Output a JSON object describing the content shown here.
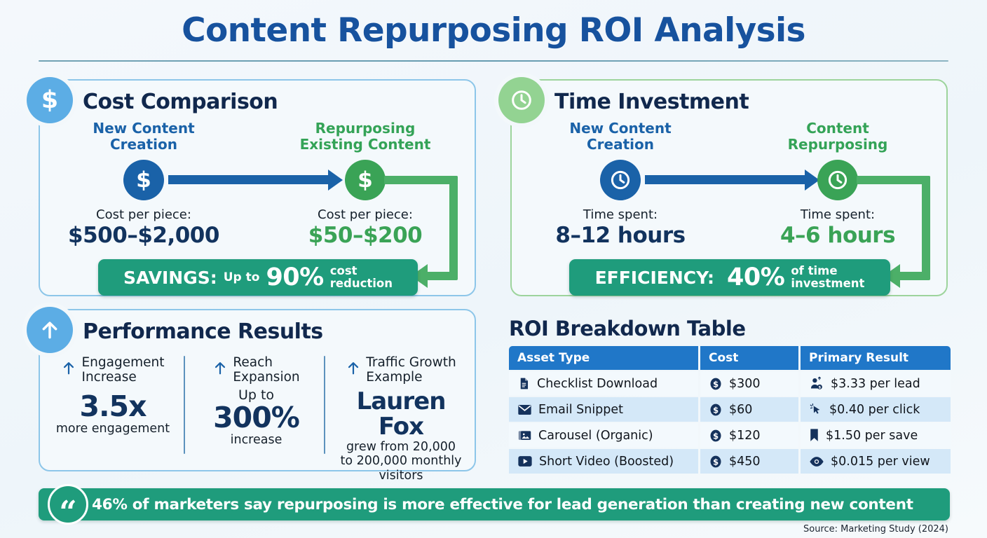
{
  "header": {
    "title": "Content Repurposing ROI Analysis"
  },
  "cost_panel": {
    "title": "Cost Comparison",
    "badge_icon": "dollar-icon",
    "left": {
      "heading": "New Content\nCreation",
      "heading_line1": "New Content",
      "heading_line2": "Creation",
      "icon": "dollar-icon",
      "label": "Cost per piece:",
      "value": "$500–$2,000"
    },
    "right": {
      "heading_line1": "Repurposing",
      "heading_line2": "Existing Content",
      "icon": "dollar-icon",
      "label": "Cost per piece:",
      "value": "$50–$200"
    },
    "banner": {
      "lead": "SAVINGS:",
      "qualifier": "Up to",
      "big": "90%",
      "detail_line1": "cost",
      "detail_line2": "reduction"
    }
  },
  "time_panel": {
    "title": "Time Investment",
    "badge_icon": "clock-icon",
    "left": {
      "heading_line1": "New Content",
      "heading_line2": "Creation",
      "icon": "clock-icon",
      "label": "Time spent:",
      "value": "8–12 hours"
    },
    "right": {
      "heading_line1": "Content",
      "heading_line2": "Repurposing",
      "icon": "clock-icon",
      "label": "Time spent:",
      "value": "4–6 hours"
    },
    "banner": {
      "lead": "EFFICIENCY:",
      "qualifier": "",
      "big": "40%",
      "detail_line1": "of time",
      "detail_line2": "investment"
    }
  },
  "performance_panel": {
    "title": "Performance Results",
    "badge_icon": "arrow-up-icon",
    "stats": [
      {
        "icon": "arrow-up-icon",
        "head_line1": "Engagement",
        "head_line2": "Increase",
        "qualifier": "",
        "big": "3.5x",
        "sub_line1": "more engagement",
        "sub_line2": "",
        "sub_line3": ""
      },
      {
        "icon": "arrow-up-icon",
        "head_line1": "Reach",
        "head_line2": "Expansion",
        "qualifier": "Up to",
        "big": "300%",
        "sub_line1": "increase",
        "sub_line2": "",
        "sub_line3": ""
      },
      {
        "icon": "arrow-up-icon",
        "head_line1": "Traffic Growth",
        "head_line2": "Example",
        "qualifier": "",
        "big": "Lauren Fox",
        "sub_line1": "grew from 20,000",
        "sub_line2": "to 200,000 monthly",
        "sub_line3": "visitors"
      }
    ]
  },
  "roi_table": {
    "title": "ROI Breakdown Table",
    "columns": [
      "Asset Type",
      "Cost",
      "Primary Result"
    ],
    "rows": [
      {
        "asset_icon": "document-icon",
        "asset": "Checklist Download",
        "cost_icon": "dollar-circle-icon",
        "cost": "$300",
        "result_icon": "lead-person-icon",
        "result": "$3.33 per lead"
      },
      {
        "asset_icon": "envelope-icon",
        "asset": "Email Snippet",
        "cost_icon": "dollar-circle-icon",
        "cost": "$60",
        "result_icon": "cursor-click-icon",
        "result": "$0.40 per click"
      },
      {
        "asset_icon": "image-carousel-icon",
        "asset": "Carousel (Organic)",
        "cost_icon": "dollar-circle-icon",
        "cost": "$120",
        "result_icon": "bookmark-icon",
        "result": "$1.50 per save"
      },
      {
        "asset_icon": "play-video-icon",
        "asset": "Short Video (Boosted)",
        "cost_icon": "dollar-circle-icon",
        "cost": "$450",
        "result_icon": "eye-icon",
        "result": "$0.015 per view"
      }
    ]
  },
  "quote": {
    "icon": "quote-icon",
    "text": "46% of marketers say repurposing is more effective for lead generation than creating new content"
  },
  "footer": {
    "source": "Source: Marketing Study (2024)"
  },
  "colors": {
    "title_blue": "#17529e",
    "dark_navy": "#11284d",
    "primary_blue": "#1a62a8",
    "light_blue_badge": "#5cade5",
    "green": "#3aa356",
    "light_green_badge": "#93d392",
    "teal_banner": "#1f9c7c",
    "table_header_blue": "#2077c8",
    "row_stripe": "#d4e8f8",
    "page_bg": "#f4f8fc"
  }
}
